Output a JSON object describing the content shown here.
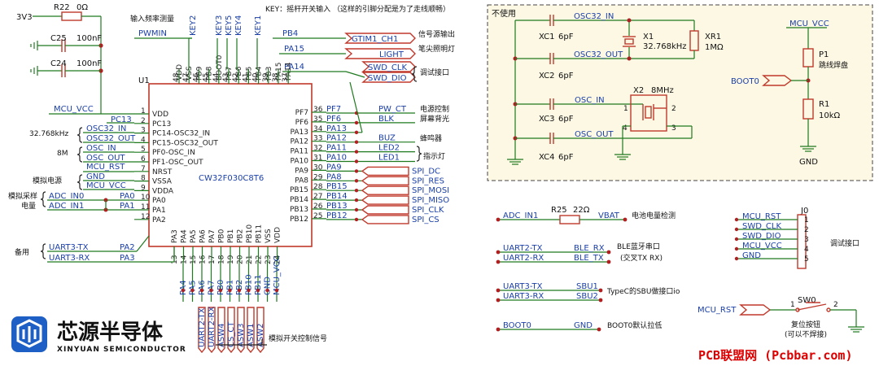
{
  "top": {
    "r22": "R22",
    "r22_val": "0Ω",
    "v3v3": "3V3",
    "c25": "C25",
    "c25_val": "100nF",
    "c24": "C24",
    "c24_val": "100nF",
    "freq_measure": "输入频率测量",
    "pwmin": "PWMIN",
    "key_note": "KEY：摇杆开关输入    （这样的引脚分配是为了走线顺畅）",
    "keys": [
      "KEY2",
      "KEY3",
      "KEY5",
      "KEY4",
      "KEY1"
    ],
    "pb4": "PB4",
    "pa15": "PA15",
    "pa14": "PA14",
    "gtim": "GTIM1_CH1",
    "light": "LIGHT",
    "swd_clk": "SWD_CLK",
    "swd_dio": "SWD_DIO",
    "sig_out": "信号源输出",
    "pen_light": "笔尖照明灯",
    "debug": "调试接口"
  },
  "chip": {
    "ref": "U1",
    "name": "CW32F030C8T6",
    "top_pins": [
      "VDD",
      "VSS",
      "PB9",
      "PB8",
      "BOOT0",
      "PB7",
      "PB6",
      "PB5",
      "PB4",
      "PB3",
      "PA15",
      "PA14"
    ],
    "top_nums": [
      "48",
      "47",
      "46",
      "45",
      "44",
      "43",
      "42",
      "41",
      "40",
      "39",
      "38",
      "37"
    ],
    "left_pins": [
      "VDD",
      "PC13",
      "PC14-OSC32_IN",
      "PC15-OSC32_OUT",
      "PF0-OSC_IN",
      "PF1-OSC_OUT",
      "NRST",
      "VSSA",
      "VDDA",
      "PA0",
      "PA1",
      "PA2"
    ],
    "left_nums": [
      "1",
      "2",
      "3",
      "4",
      "5",
      "6",
      "7",
      "8",
      "9",
      "10",
      "11",
      "12"
    ],
    "right_pins": [
      "PF7",
      "PF6",
      "PA13",
      "PA12",
      "PA11",
      "PA10",
      "PA9",
      "PA8",
      "PB15",
      "PB14",
      "PB13",
      "PB12"
    ],
    "right_nums": [
      "36",
      "35",
      "34",
      "33",
      "32",
      "31",
      "30",
      "29",
      "28",
      "27",
      "26",
      "25"
    ],
    "bottom_pins": [
      "PA3",
      "PA4",
      "PA5",
      "PA6",
      "PA7",
      "PB0",
      "PB1",
      "PB2",
      "PB10",
      "PB11",
      "VSS",
      "VDD"
    ],
    "bottom_nums": [
      "13",
      "14",
      "15",
      "16",
      "17",
      "18",
      "19",
      "20",
      "21",
      "22",
      "23",
      "24"
    ]
  },
  "left_nets": {
    "mcu_vcc": "MCU_VCC",
    "pc13": "PC13",
    "osc32_in": "OSC32_IN",
    "osc32_out": "OSC32_OUT",
    "osc_in": "OSC_IN",
    "osc_out": "OSC_OUT",
    "mcu_rst": "MCU_RST",
    "gnd": "GND",
    "mcu_vcc2": "MCU_VCC",
    "adc_in0": "ADC_IN0",
    "adc_in1": "ADC_IN1",
    "uart3_tx": "UART3-TX",
    "uart3_rx": "UART3-RX",
    "pa0": "PA0",
    "pa1": "PA1",
    "pa2": "PA2",
    "pa3": "PA3",
    "f32k": "32.768kHz",
    "f8m": "8M",
    "analog_power": "模拟电源",
    "analog_sample": "模拟采样",
    "voltage": "电量",
    "spare": "备用"
  },
  "right_nets": {
    "labels": [
      "PF7",
      "PF6",
      "PA13",
      "PA12",
      "PA11",
      "PA10",
      "PA9",
      "PA8",
      "PB15",
      "PB14",
      "PB13",
      "PB12"
    ],
    "signals": [
      "PW_CT",
      "BLK",
      "",
      "BUZ",
      "LED2",
      "LED1",
      "SPI_DC",
      "SPI_RES",
      "SPI_MOSI",
      "SPI_MISO",
      "SPI_CLK",
      "SPI_CS"
    ],
    "power_ctrl": "电源控制",
    "backlight": "屏幕背光",
    "buzzer": "蜂鸣器",
    "indicator": "指示灯"
  },
  "bottom_nets": {
    "pins": [
      "PA4",
      "PA5",
      "PA6",
      "PA7",
      "PB0",
      "PB1",
      "PB2",
      "PB10",
      "PB11",
      "GND",
      "MCU_VCC"
    ],
    "signals": [
      "UART2-TX",
      "UART2-RX",
      "ASW4",
      "CS_CT",
      "ASW3",
      "ASW1",
      "ASW2"
    ],
    "analog_switch": "模拟开关控制信号"
  },
  "brand": {
    "cn": "芯源半导体",
    "en": "XINYUAN SEMICONDUCTOR"
  },
  "unused": {
    "title": "不使用",
    "xc1": "XC1",
    "xc1_val": "6pF",
    "xc2": "XC2",
    "xc2_val": "6pF",
    "xc3": "XC3",
    "xc3_val": "6pF",
    "xc4": "XC4",
    "xc4_val": "6pF",
    "osc32_in": "OSC32_IN",
    "osc32_out": "OSC32_OUT",
    "osc_in": "OSC_IN",
    "osc_out": "OSC_OUT",
    "x1": "X1",
    "x1_val": "32.768kHz",
    "xr1": "XR1",
    "xr1_val": "1MΩ",
    "x2": "X2",
    "x2_val": "8MHz",
    "n1": "1",
    "n2": "2",
    "n3": "3",
    "n4": "4",
    "mcu_vcc": "MCU_VCC",
    "p1": "P1",
    "p1_desc": "跳线焊盘",
    "boot0": "BOOT0",
    "r1": "R1",
    "r1_val": "10kΩ",
    "gnd": "GND"
  },
  "lower": {
    "adc_in1": "ADC_IN1",
    "r25": "R25",
    "r25_val": "22Ω",
    "vbat": "VBAT",
    "battery": "电池电量检测",
    "uart2_tx": "UART2-TX",
    "uart2_rx": "UART2-RX",
    "ble_rx": "BLE_RX",
    "ble_tx": "BLE_TX",
    "ble_desc": "BLE蓝牙串口",
    "ble_desc2": "(交叉TX RX)",
    "uart3_tx": "UART3-TX",
    "uart3_rx": "UART3-RX",
    "sbu1": "SBU1",
    "sbu2": "SBU2",
    "typec_desc": "TypeC的SBU做接口io",
    "boot0": "BOOT0",
    "gnd": "GND",
    "boot_desc": "BOOT0默认拉低"
  },
  "connector": {
    "ref": "J0",
    "pins": [
      "MCU_RST",
      "SWD_CLK",
      "SWD_DIO",
      "MCU_VCC",
      "GND"
    ],
    "nums": [
      "1",
      "2",
      "3",
      "4",
      "5"
    ],
    "desc": "调试接口",
    "mcu_rst": "MCU_RST",
    "sw0": "SW0",
    "sw_n1": "1",
    "sw_n2": "2",
    "reset": "复位按钮",
    "reset2": "(可以不焊接)"
  },
  "watermark": "PCB联盟网 (Pcbbar.com)"
}
